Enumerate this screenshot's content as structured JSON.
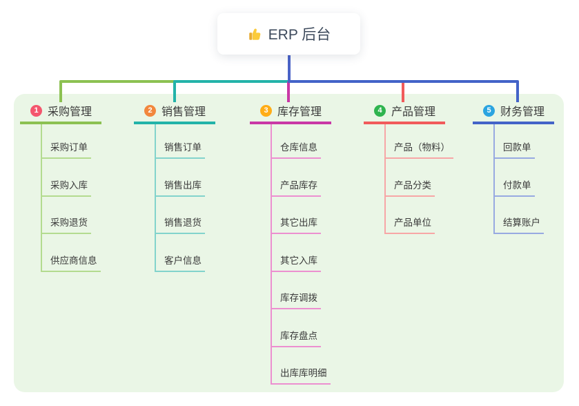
{
  "root": {
    "icon_name": "thumbs-up-icon",
    "label": "ERP 后台"
  },
  "branches": [
    {
      "num": "1",
      "title": "采购管理",
      "badge_color": "#F4566D",
      "line_color": "#8CC152",
      "light_color": "#B3DB8F",
      "children": [
        "采购订单",
        "采购入库",
        "采购退货",
        "供应商信息"
      ]
    },
    {
      "num": "2",
      "title": "销售管理",
      "badge_color": "#F2873D",
      "line_color": "#23B3A9",
      "light_color": "#82D3CC",
      "children": [
        "销售订单",
        "销售出库",
        "销售退货",
        "客户信息"
      ]
    },
    {
      "num": "3",
      "title": "库存管理",
      "badge_color": "#FFAD17",
      "line_color": "#C938A6",
      "light_color": "#EC8FD0",
      "children": [
        "仓库信息",
        "产品库存",
        "其它出库",
        "其它入库",
        "库存调拨",
        "库存盘点",
        "出库库明细"
      ]
    },
    {
      "num": "4",
      "title": "产品管理",
      "badge_color": "#2FB44F",
      "line_color": "#F15B5B",
      "light_color": "#F7A6A6",
      "children": [
        "产品（物料）",
        "产品分类",
        "产品单位"
      ]
    },
    {
      "num": "5",
      "title": "财务管理",
      "badge_color": "#2BA4E0",
      "line_color": "#4363C8",
      "light_color": "#97A9E1",
      "children": [
        "回款单",
        "付款单",
        "结算账户"
      ]
    }
  ],
  "colors": {
    "page_bg": "#FFFFFF",
    "panel_bg": "#EAF6E6",
    "stem": "#4A63C7",
    "text": "#3A3A3A",
    "root_text": "#3D4A5C",
    "emoji_yellow": "#FBCB3C"
  }
}
